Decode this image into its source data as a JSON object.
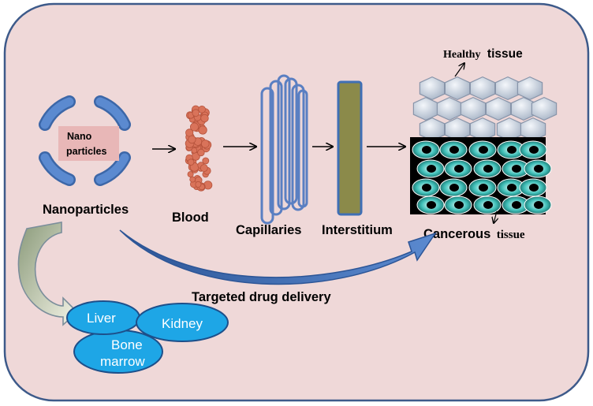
{
  "nanoparticle": {
    "inner_line1": "Nano",
    "inner_line2": "particles",
    "label": "Nanoparticles"
  },
  "stages": {
    "blood": "Blood",
    "capillaries": "Capillaries",
    "interstitium": "Interstitium"
  },
  "tissue": {
    "healthy_word1": "Healthy",
    "healthy_word2": "tissue",
    "cancerous_word1": "Cancerous",
    "cancerous_word2": "tissue"
  },
  "delivery_label": "Targeted drug delivery",
  "organs": {
    "liver": "Liver",
    "kidney": "Kidney",
    "bone_line1": "Bone",
    "bone_line2": "marrow"
  },
  "colors": {
    "panel_bg": "#efd8d8",
    "panel_border": "#3d5a8a",
    "np_blue": "#4f7fc4",
    "np_core": "#e8b7b7",
    "blood_cell": "#d9735a",
    "capillary": "#5a7fc2",
    "interstitium_fill": "#8b8a4a",
    "delivery_arrow": "#3f6fb5",
    "organ_fill": "#1ea6e6",
    "cancer_cell": "#3fbfb8"
  }
}
